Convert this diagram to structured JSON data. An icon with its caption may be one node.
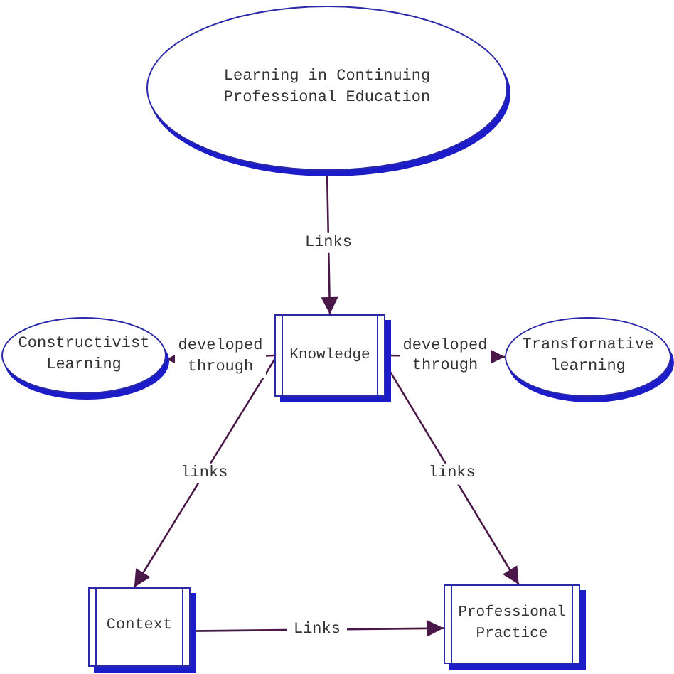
{
  "diagram": {
    "nodes": [
      {
        "text": [
          "Learning in Continuing Professional Education"
        ]
      },
      {
        "text": [
          "Knowledge"
        ]
      },
      {
        "text": [
          "Constructivist Learning"
        ]
      },
      {
        "text": [
          "Transfornative learning"
        ]
      },
      {
        "text": [
          "Context"
        ]
      },
      {
        "text": [
          "Professional Practice"
        ]
      }
    ],
    "edges": [
      {
        "from": 0,
        "to": 1,
        "arrow": "to",
        "label": "Links"
      },
      {
        "from": 1,
        "to": 2,
        "arrow": "to",
        "label": "developed through"
      },
      {
        "from": 1,
        "to": 3,
        "arrow": "to",
        "label": "developed through"
      },
      {
        "from": 1,
        "to": 4,
        "arrow": "to",
        "label": "links"
      },
      {
        "from": 1,
        "to": 5,
        "arrow": "to",
        "label": "links"
      },
      {
        "from": 4,
        "to": 5,
        "arrow": "to",
        "label": "Links"
      }
    ]
  }
}
